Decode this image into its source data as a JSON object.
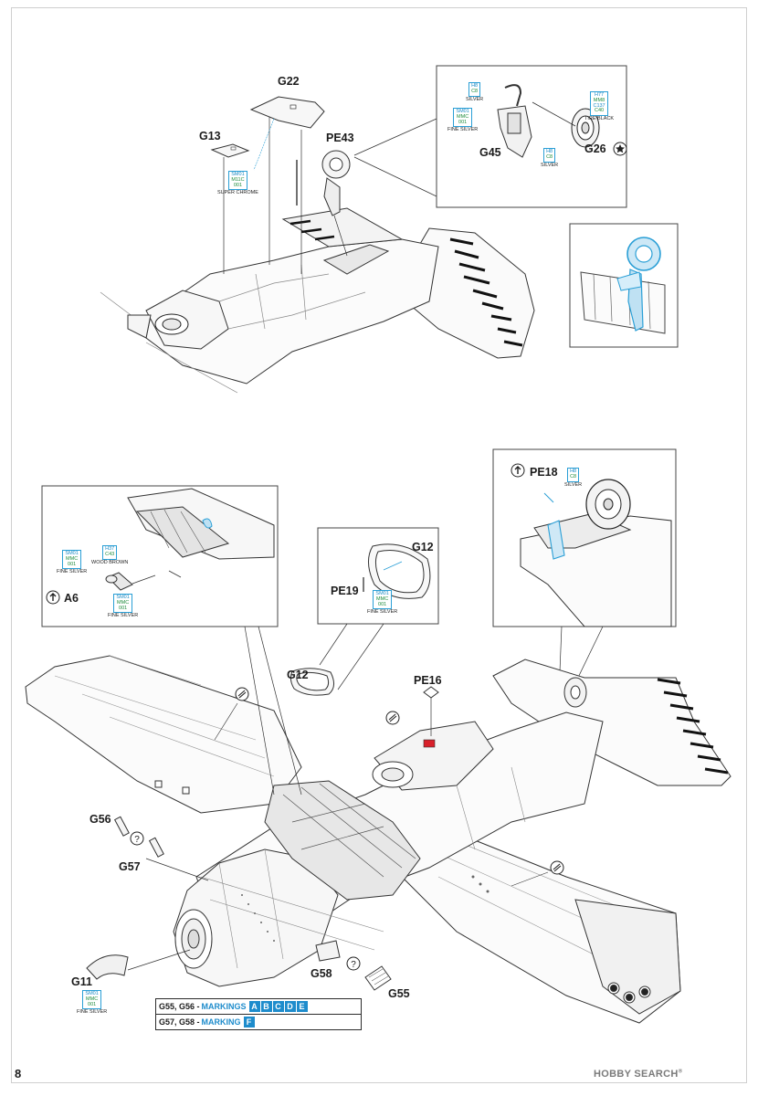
{
  "page": {
    "number": "8"
  },
  "watermark": {
    "text": "HOBBY SEARCH",
    "mark": "®"
  },
  "parts": {
    "g22": "G22",
    "g13": "G13",
    "pe43": "PE43",
    "g45": "G45",
    "g26": "G26",
    "pe18": "PE18",
    "a6": "A6",
    "g12_inset": "G12",
    "pe19": "PE19",
    "g12": "G12",
    "pe16": "PE16",
    "g56": "G56",
    "g57": "G57",
    "g11": "G11",
    "g58": "G58",
    "g55": "G55"
  },
  "paints": {
    "super_chrome": {
      "codes": [
        "SM01",
        "M11C",
        "001"
      ],
      "name": "SUPER CHROME"
    },
    "silver_g45": {
      "codes": [
        "H8",
        "C8"
      ],
      "name": "SILVER"
    },
    "fine_silver_g45": {
      "codes": [
        "SM01",
        "MMC",
        "001"
      ],
      "name": "FINE SILVER"
    },
    "silver_g26": {
      "codes": [
        "H8",
        "C8"
      ],
      "name": "SILVER"
    },
    "tire_black": {
      "codes": [
        "H77",
        "MM8",
        "C137",
        "C40"
      ],
      "name": "TIRE BLACK"
    },
    "silver_pe18": {
      "codes": [
        "H8",
        "C8"
      ],
      "name": "SILVER"
    },
    "fine_silver_a6a": {
      "codes": [
        "SM01",
        "MMC",
        "001"
      ],
      "name": "FINE SILVER"
    },
    "wood_brown": {
      "codes": [
        "H37",
        "C43"
      ],
      "name": "WOOD BROWN"
    },
    "fine_silver_a6b": {
      "codes": [
        "SM01",
        "MMC",
        "001"
      ],
      "name": "FINE SILVER"
    },
    "fine_silver_g12": {
      "codes": [
        "SM01",
        "MMC",
        "001"
      ],
      "name": "FINE SILVER"
    },
    "fine_silver_g11": {
      "codes": [
        "SM01",
        "MMC",
        "001"
      ],
      "name": "FINE SILVER"
    }
  },
  "legend": {
    "row1": {
      "parts": "G55, G56 -",
      "label": "MARKINGS",
      "codes": [
        "A",
        "B",
        "C",
        "D",
        "E"
      ]
    },
    "row2": {
      "parts": "G57, G58 -",
      "label": "MARKING",
      "codes": [
        "F"
      ]
    }
  },
  "colors": {
    "paint_blue": "#2a9fd6",
    "paint_green": "#1d8b3a",
    "highlight_red": "#d8202a",
    "marking_blue": "#1e8ccc"
  }
}
